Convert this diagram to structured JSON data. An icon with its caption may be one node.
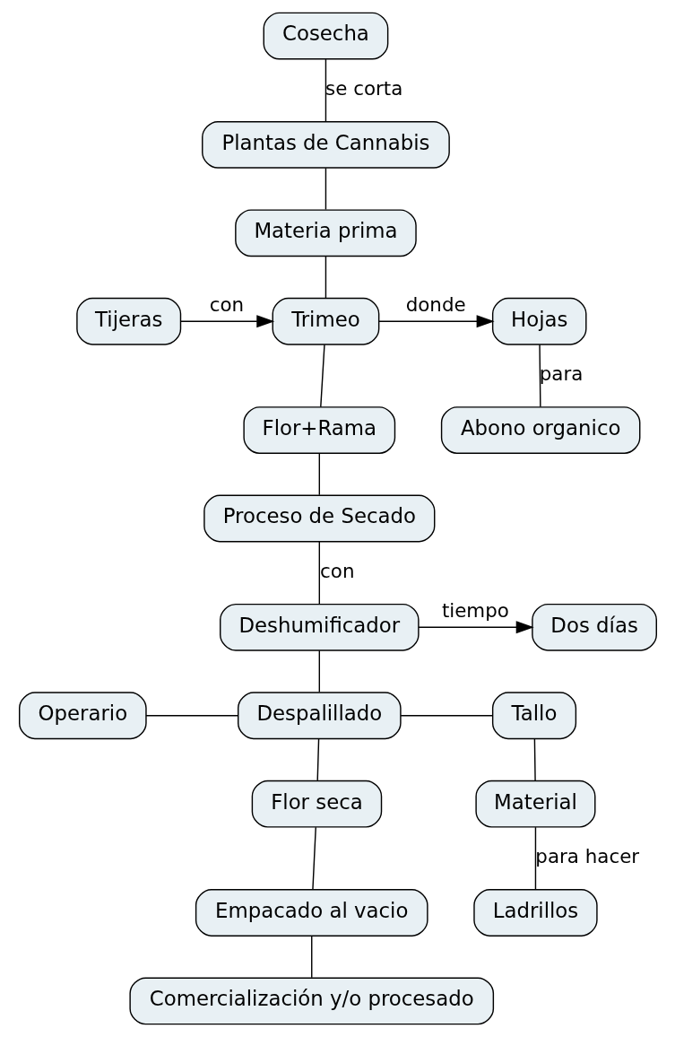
{
  "diagram": {
    "nodes": [
      {
        "text": [
          "Cosecha"
        ]
      },
      {
        "text": [
          "Plantas de Cannabis"
        ]
      },
      {
        "text": [
          "Materia prima"
        ]
      },
      {
        "text": [
          "Tijeras"
        ]
      },
      {
        "text": [
          "Trimeo"
        ]
      },
      {
        "text": [
          "Hojas"
        ]
      },
      {
        "text": [
          "Abono organico"
        ]
      },
      {
        "text": [
          "Flor+Rama"
        ]
      },
      {
        "text": [
          "Proceso de Secado"
        ]
      },
      {
        "text": [
          "Deshumificador"
        ]
      },
      {
        "text": [
          "Dos días"
        ]
      },
      {
        "text": [
          "Operario"
        ]
      },
      {
        "text": [
          "Despalillado"
        ]
      },
      {
        "text": [
          "Tallo"
        ]
      },
      {
        "text": [
          "Flor seca"
        ]
      },
      {
        "text": [
          "Material"
        ]
      },
      {
        "text": [
          "Empacado al vacio"
        ]
      },
      {
        "text": [
          "Ladrillos"
        ]
      },
      {
        "text": [
          "Comercialización y/o procesado"
        ]
      }
    ],
    "edges": [
      {
        "from": 0,
        "to": 1,
        "arrow": "none",
        "label": "se corta"
      },
      {
        "from": 1,
        "to": 2,
        "arrow": "none"
      },
      {
        "from": 2,
        "to": 4,
        "arrow": "none"
      },
      {
        "from": 3,
        "to": 4,
        "arrow": "to",
        "label": "con"
      },
      {
        "from": 4,
        "to": 5,
        "arrow": "to",
        "label": "donde"
      },
      {
        "from": 5,
        "to": 6,
        "arrow": "none",
        "label": "para"
      },
      {
        "from": 4,
        "to": 7,
        "arrow": "none"
      },
      {
        "from": 7,
        "to": 8,
        "arrow": "none"
      },
      {
        "from": 8,
        "to": 9,
        "arrow": "none",
        "label": "con"
      },
      {
        "from": 9,
        "to": 10,
        "arrow": "to",
        "label": "tiempo"
      },
      {
        "from": 9,
        "to": 12,
        "arrow": "none"
      },
      {
        "from": 11,
        "to": 12,
        "arrow": "none"
      },
      {
        "from": 12,
        "to": 13,
        "arrow": "none"
      },
      {
        "from": 12,
        "to": 14,
        "arrow": "none"
      },
      {
        "from": 13,
        "to": 15,
        "arrow": "none"
      },
      {
        "from": 15,
        "to": 17,
        "arrow": "none",
        "label": "para hacer"
      },
      {
        "from": 14,
        "to": 16,
        "arrow": "none"
      },
      {
        "from": 16,
        "to": 18,
        "arrow": "none"
      }
    ]
  }
}
